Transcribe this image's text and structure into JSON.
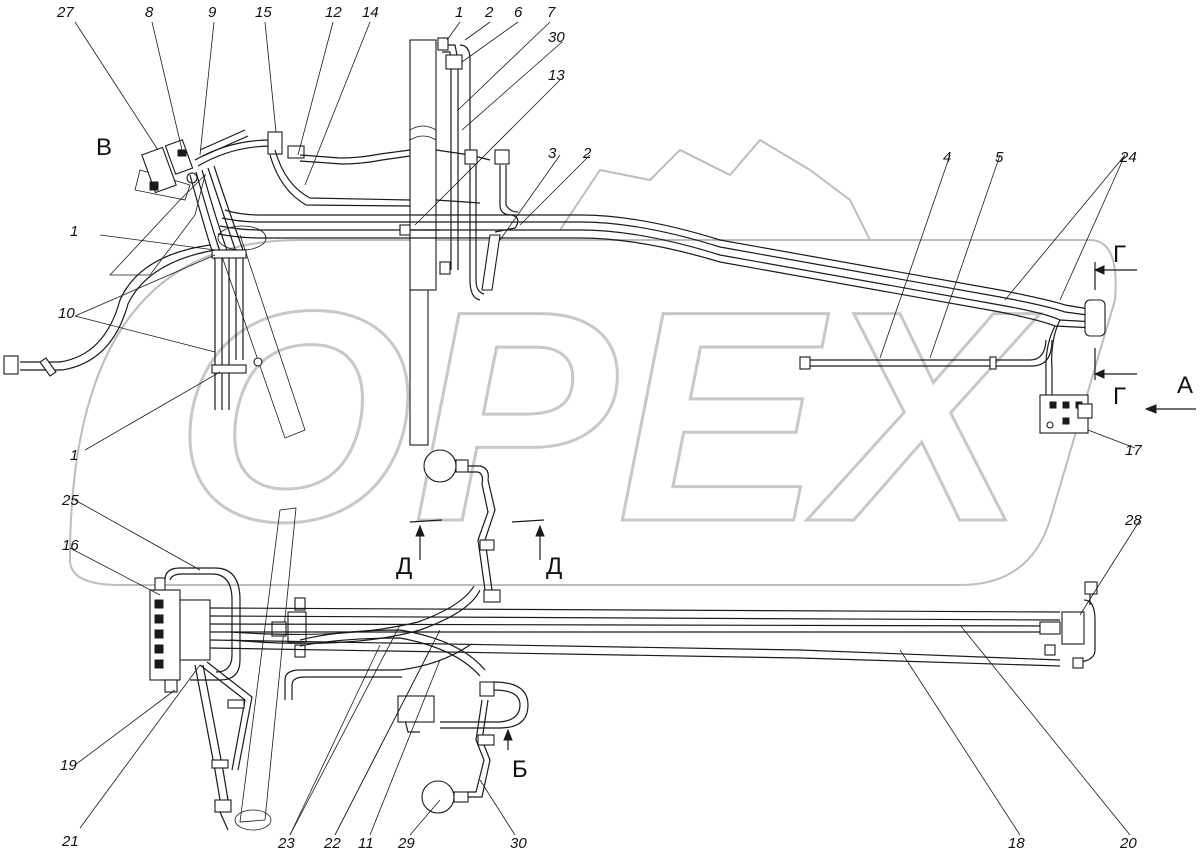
{
  "watermark": {
    "text": "OPEX",
    "color": "#c8c8c8"
  },
  "callouts": [
    {
      "id": "c27",
      "text": "27"
    },
    {
      "id": "c8",
      "text": "8"
    },
    {
      "id": "c9",
      "text": "9"
    },
    {
      "id": "c15",
      "text": "15"
    },
    {
      "id": "c12",
      "text": "12"
    },
    {
      "id": "c14",
      "text": "14"
    },
    {
      "id": "c1a",
      "text": "1"
    },
    {
      "id": "c2a",
      "text": "2"
    },
    {
      "id": "c6",
      "text": "6"
    },
    {
      "id": "c7",
      "text": "7"
    },
    {
      "id": "c30a",
      "text": "30"
    },
    {
      "id": "c13",
      "text": "13"
    },
    {
      "id": "c3",
      "text": "3"
    },
    {
      "id": "c2b",
      "text": "2"
    },
    {
      "id": "c4",
      "text": "4"
    },
    {
      "id": "c5",
      "text": "5"
    },
    {
      "id": "c24",
      "text": "24"
    },
    {
      "id": "c1b",
      "text": "1"
    },
    {
      "id": "c10",
      "text": "10"
    },
    {
      "id": "c1c",
      "text": "1"
    },
    {
      "id": "c17",
      "text": "17"
    },
    {
      "id": "c25",
      "text": "25"
    },
    {
      "id": "c16",
      "text": "16"
    },
    {
      "id": "c28",
      "text": "28"
    },
    {
      "id": "c19",
      "text": "19"
    },
    {
      "id": "c21",
      "text": "21"
    },
    {
      "id": "c23",
      "text": "23"
    },
    {
      "id": "c22",
      "text": "22"
    },
    {
      "id": "c11",
      "text": "11"
    },
    {
      "id": "c29",
      "text": "29"
    },
    {
      "id": "c30b",
      "text": "30"
    },
    {
      "id": "c18",
      "text": "18"
    },
    {
      "id": "c20",
      "text": "20"
    }
  ],
  "view_letters": [
    {
      "id": "vB",
      "text": "В"
    },
    {
      "id": "vG1",
      "text": "Г"
    },
    {
      "id": "vG2",
      "text": "Г"
    },
    {
      "id": "vA",
      "text": "А"
    },
    {
      "id": "vD1",
      "text": "Д"
    },
    {
      "id": "vD2",
      "text": "Д"
    },
    {
      "id": "vB2",
      "text": "Б"
    }
  ]
}
